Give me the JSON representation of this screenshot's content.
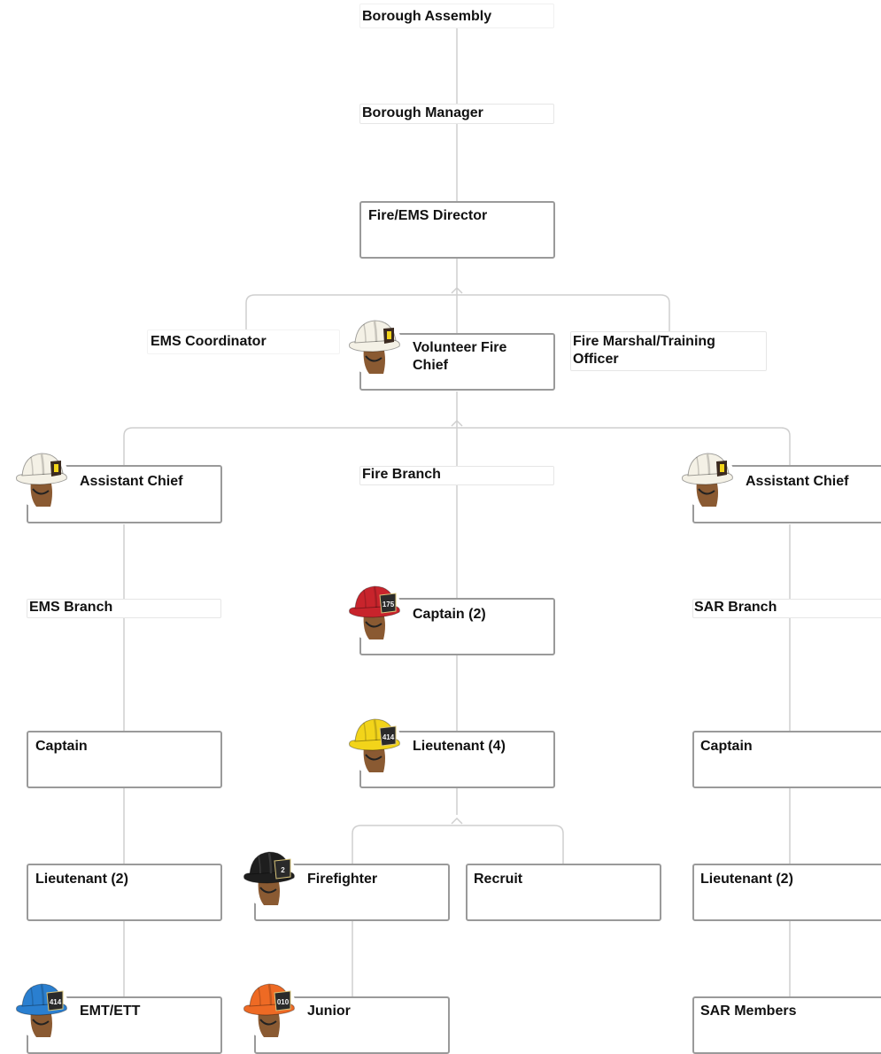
{
  "org_chart": {
    "borough_assembly": "Borough Assembly",
    "borough_manager": "Borough Manager",
    "fire_ems_director": "Fire/EMS Director",
    "ems_coordinator": "EMS Coordinator",
    "volunteer_fire_chief": "Volunteer Fire Chief",
    "fire_marshal": "Fire Marshal/Training Officer",
    "assistant_chief_left": "Assistant Chief",
    "fire_branch": "Fire Branch",
    "assistant_chief_right": "Assistant Chief",
    "ems_branch": "EMS Branch",
    "fire_captain": "Captain (2)",
    "sar_branch": "SAR Branch",
    "ems_captain": "Captain",
    "fire_lieutenant": "Lieutenant (4)",
    "sar_captain": "Captain",
    "ems_lieutenant": "Lieutenant (2)",
    "firefighter": "Firefighter",
    "recruit": "Recruit",
    "sar_lieutenant": "Lieutenant (2)",
    "emt_ett": "EMT/ETT",
    "junior": "Junior",
    "sar_members": "SAR Members"
  },
  "helmets": {
    "chief": {
      "icon": "white-helmet-icon",
      "color": "#f4f1e6"
    },
    "assistant_left": {
      "icon": "white-helmet-icon",
      "color": "#f4f1e6"
    },
    "assistant_right": {
      "icon": "white-helmet-icon",
      "color": "#f4f1e6"
    },
    "captain": {
      "icon": "red-helmet-icon",
      "color": "#c8242c",
      "badge": "175"
    },
    "lieutenant": {
      "icon": "yellow-helmet-icon",
      "color": "#f2d41a",
      "badge": "414"
    },
    "firefighter": {
      "icon": "black-helmet-icon",
      "color": "#1e1e1e",
      "badge": "2"
    },
    "emt": {
      "icon": "blue-helmet-icon",
      "color": "#2a7fd0",
      "badge": "414"
    },
    "junior": {
      "icon": "orange-helmet-icon",
      "color": "#ee6a24",
      "badge": "010"
    }
  }
}
